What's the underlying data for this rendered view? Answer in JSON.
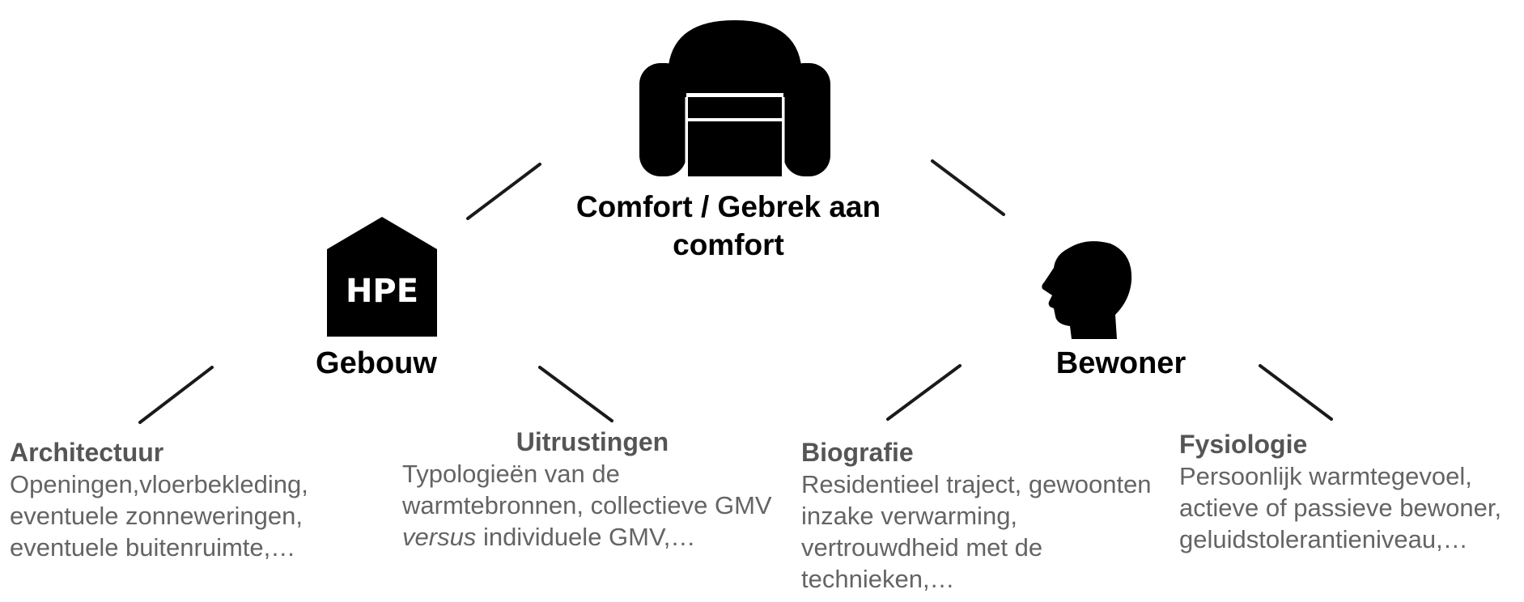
{
  "diagram": {
    "center": {
      "title": "Comfort / Gebrek aan comfort",
      "icon": "armchair-icon"
    },
    "left_node": {
      "label": "Gebouw",
      "icon": "house-hpe-icon",
      "icon_text": "HPE"
    },
    "right_node": {
      "label": "Bewoner",
      "icon": "head-silhouette-icon"
    },
    "blocks": [
      {
        "heading": "Architectuur",
        "body": "Openingen,vloerbekleding, eventuele zonneweringen, eventuele buitenruimte,…"
      },
      {
        "heading": "Uitrustingen",
        "body_pre": "Typologieën van de warmtebronnen, collectieve GMV",
        "body_em": "versus",
        "body_post": "individuele GMV,…"
      },
      {
        "heading": "Biografie",
        "body": "Residentieel traject, gewoonten inzake verwarming, vertrouwdheid met de technieken,…"
      },
      {
        "heading": "Fysiologie",
        "body": "Persoonlijk warmtegevoel, actieve of passieve bewoner, geluidstolerantieniveau,…"
      }
    ]
  },
  "colors": {
    "title": "#000000",
    "body_text": "#646464",
    "icon": "#000000",
    "connector": "#1a1a1a"
  }
}
